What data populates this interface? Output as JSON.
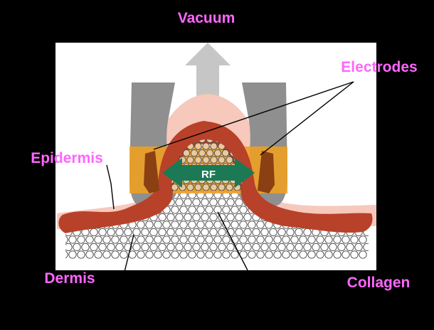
{
  "labels": {
    "vacuum": "Vacuum",
    "electrodes": "Electrodes",
    "epidermis": "Epidermis",
    "rf": "RF",
    "dermis": "Dermis",
    "collagen": "Collagen"
  },
  "colors": {
    "background": "#000000",
    "panel": "#ffffff",
    "label_text": "#ff66ff",
    "electrode_gray": "#8f8f8f",
    "vacuum_arrow": "#c6c6c6",
    "epidermis": "#b8412a",
    "skin_glow": "#f7c8bc",
    "rf_zone": "#f0a020",
    "rf_arrow": "#1b7a55",
    "electrode_pad": "#8a4012",
    "cell": "#ffffff",
    "heated_cell": "#e8c9a0"
  },
  "icons": {
    "vacuum": "up-arrow",
    "rf": "double-headed-arrow"
  }
}
